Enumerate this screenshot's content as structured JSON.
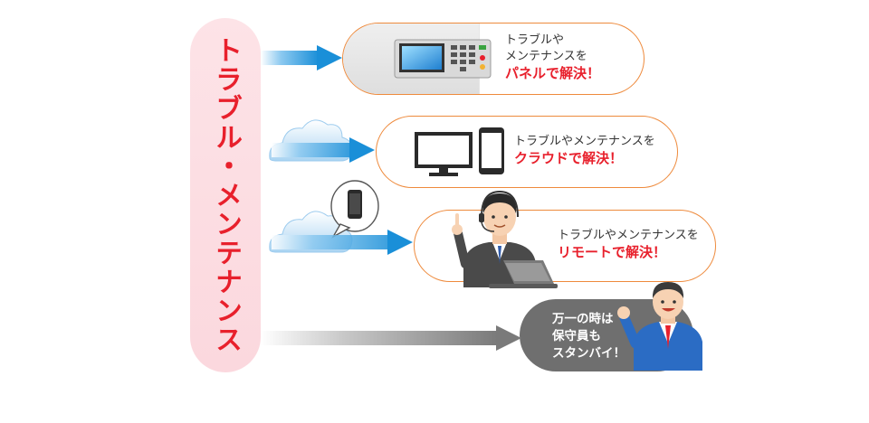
{
  "left_label": "トラブル・メンテナンス",
  "panel": {
    "line1": "トラブルや",
    "line2": "メンテナンスを",
    "emphasis": "パネルで解決！"
  },
  "cloud": {
    "line1": "トラブルやメンテナンスを",
    "emphasis": "クラウドで解決！"
  },
  "remote": {
    "line1": "トラブルやメンテナンスを",
    "emphasis": "リモートで解決！"
  },
  "staff": {
    "line1": "万一の時は",
    "line2": "保守員も",
    "line3": "スタンバイ！"
  },
  "colors": {
    "accent_red": "#e8202c",
    "border_orange": "#ee8a3c",
    "arrow_blue": "#1a8fd8",
    "arrow_grey": "#8a8a8a",
    "pill_pink": "#fbd8de"
  },
  "icons": [
    "control-panel-icon",
    "monitor-icon",
    "smartphone-icon",
    "cloud-icon",
    "speech-bubble-icon",
    "operator-person-icon",
    "laptop-icon",
    "technician-person-icon",
    "arrow-icon"
  ]
}
